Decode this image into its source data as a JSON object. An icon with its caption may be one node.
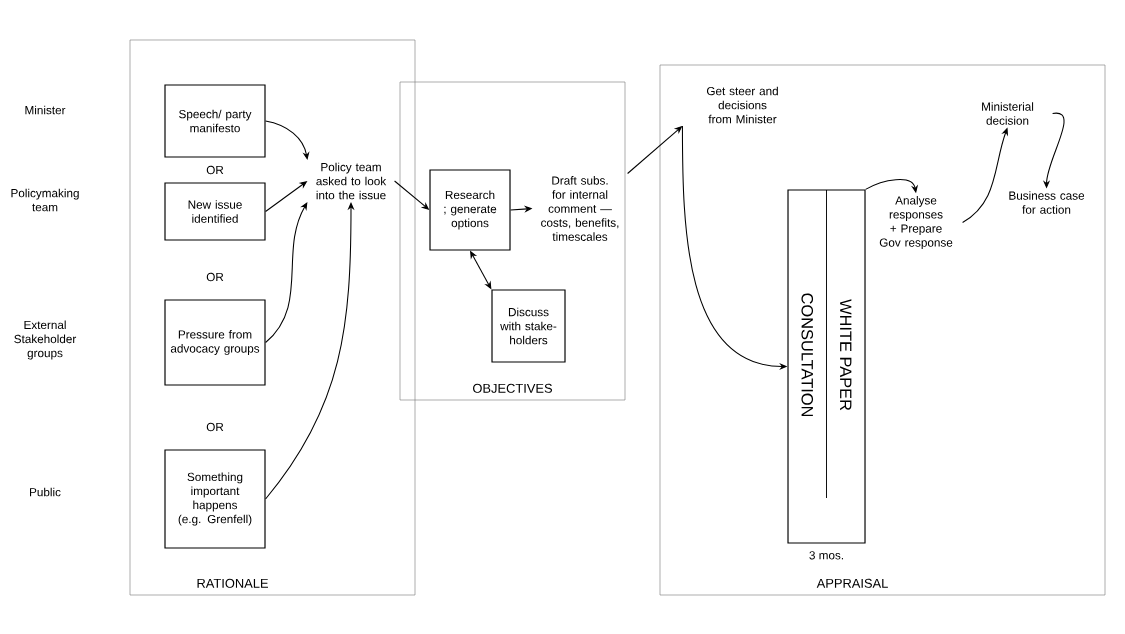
{
  "diagram": {
    "nodes": [
      {
        "text": [
          "RATIONALE"
        ]
      },
      {
        "text": [
          "Speech/ party manifesto"
        ],
        "in": 0
      },
      {
        "text": [
          "New issue identified"
        ],
        "in": 0
      },
      {
        "text": [
          "Pressure from advocacy groups"
        ],
        "in": 0
      },
      {
        "text": [
          "Something important happens (e.g. Grenfell)"
        ],
        "in": 0
      },
      {
        "text": [
          "Policy team asked to look into the issue"
        ],
        "in": 0
      },
      {
        "text": [
          "OBJECTIVES"
        ]
      },
      {
        "text": [
          "Research ; generate options"
        ],
        "in": 6
      },
      {
        "text": [
          "Discuss with stake-holders"
        ],
        "in": 6
      },
      {
        "text": [
          "Draft subs. for internal comment — costs, benefits, timescales"
        ],
        "in": 6
      },
      {
        "text": [
          "APPRAISAL"
        ]
      },
      {
        "text": [
          "Get steer and decisions from Minister"
        ],
        "in": 10
      },
      {
        "text": [
          "CONSULTATION",
          "WHITE PAPER"
        ],
        "beside": [
          "3 mos."
        ],
        "in": 10
      },
      {
        "text": [
          "Analyse responses + Prepare Gov response"
        ],
        "in": 10
      },
      {
        "text": [
          "Ministerial decision"
        ],
        "in": 10
      },
      {
        "text": [
          "Business case for action"
        ],
        "in": 10
      }
    ],
    "edges": [
      {
        "from": 1,
        "to": 5,
        "arrow": "to"
      },
      {
        "from": 2,
        "to": 5,
        "arrow": "to"
      },
      {
        "from": 3,
        "to": 5,
        "arrow": "to"
      },
      {
        "from": 4,
        "to": 5,
        "arrow": "to"
      },
      {
        "from": 5,
        "to": 7,
        "arrow": "to"
      },
      {
        "from": 7,
        "to": 9,
        "arrow": "to"
      },
      {
        "from": 7,
        "to": 8,
        "arrow": "both"
      },
      {
        "from": 9,
        "to": 11,
        "arrow": "to"
      },
      {
        "from": 11,
        "to": 12,
        "arrow": "to"
      },
      {
        "from": 12,
        "to": 13,
        "arrow": "to"
      },
      {
        "from": 13,
        "to": 14,
        "arrow": "to"
      },
      {
        "from": 14,
        "to": 15,
        "arrow": "to"
      }
    ],
    "labels": [
      "Minister",
      "Policymaking team",
      "OR",
      "OR",
      "External Stakeholder groups",
      "OR",
      "Public"
    ]
  }
}
